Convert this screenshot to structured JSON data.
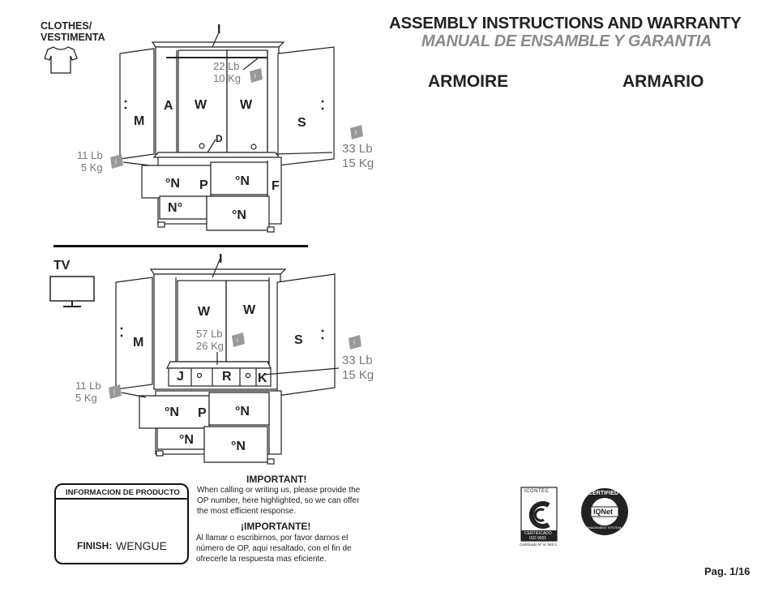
{
  "header": {
    "title_en": "ASSEMBLY INSTRUCTIONS AND WARRANTY",
    "title_es": "MANUAL DE ENSAMBLE Y GARANTIA",
    "product_en": "ARMOIRE",
    "product_es": "ARMARIO"
  },
  "clothes_section": {
    "label_en": "CLOTHES/",
    "label_es": "VESTIMENTA",
    "icon": "t-shirt-icon",
    "top_load": {
      "lb": "22 Lb",
      "kg": "10 Kg"
    },
    "side_load": {
      "lb": "33 Lb",
      "kg": "15 Kg"
    },
    "drawer_load": {
      "lb": "11 Lb",
      "kg": "5 Kg"
    },
    "parts": {
      "I": "I",
      "M": "M",
      "A": "A",
      "W1": "W",
      "W2": "W",
      "S": "S",
      "D": "D",
      "N1": "N",
      "N2": "N",
      "N3": "N",
      "N4": "N",
      "P": "P",
      "F": "F"
    }
  },
  "tv_section": {
    "label": "TV",
    "icon": "tv-icon",
    "top_load": {
      "lb": "57 Lb",
      "kg": "26 Kg"
    },
    "side_load": {
      "lb": "33 Lb",
      "kg": "15 Kg"
    },
    "drawer_load": {
      "lb": "11 Lb",
      "kg": "5 Kg"
    },
    "parts": {
      "I": "I",
      "M": "M",
      "W1": "W",
      "W2": "W",
      "S": "S",
      "J": "J",
      "R": "R",
      "K": "K",
      "N1": "N",
      "N2": "N",
      "N3": "N",
      "N4": "N",
      "P": "P"
    }
  },
  "product_info": {
    "box_title": "INFORMACION DE PRODUCTO",
    "finish_label": "FINISH:",
    "finish_value": "WENGUE"
  },
  "important": {
    "title_en": "IMPORTANT!",
    "text_en_1": "When calling or writing us, please provide the",
    "text_en_2": "OP number, here highlighted, so we can offer",
    "text_en_3": "the most efficient response.",
    "title_es": "¡IMPORTANTE!",
    "text_es_1": "Al llamar o escribirnos, por favor darnos el",
    "text_es_2": "número de OP, aqui resaltado, con el fin de",
    "text_es_3": "ofrecerle la respuesta mas eficiente."
  },
  "certifications": {
    "icontec_top": "ICONTEC",
    "icontec_bottom_1": "CERTIFICADO",
    "icontec_bottom_2": "ISO 9001",
    "icontec_caption": "Certificado Nº sc 640-1",
    "iqnet_top": "CERTIFIED",
    "iqnet_name": "IQNet",
    "iqnet_bottom": "MANAGEMENT SYSTEM"
  },
  "footer": {
    "page": "Pag. 1/16"
  },
  "colors": {
    "text": "#222222",
    "subtitle_gray": "#8a8a8a",
    "line": "#111111"
  }
}
